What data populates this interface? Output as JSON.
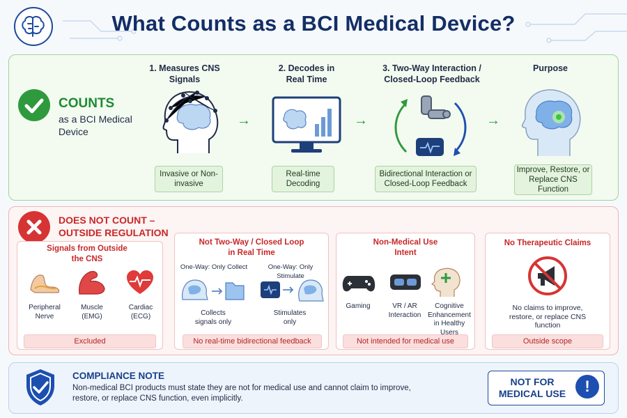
{
  "title": "What Counts as a BCI Medical Device?",
  "counts": {
    "heading": "COUNTS",
    "sub": "as a BCI Medical Device",
    "steps": [
      {
        "title": "1. Measures CNS Signals",
        "box": "Invasive or Non-invasive"
      },
      {
        "title": "2. Decodes in Real Time",
        "box": "Real-time Decoding"
      },
      {
        "title": "3. Two-Way Interaction / Closed-Loop Feedback",
        "box": "Bidirectional Interaction or Closed-Loop Feedback"
      },
      {
        "title": "Purpose",
        "box": "Improve, Restore, or Replace CNS Function"
      }
    ],
    "arrow": "→"
  },
  "notcount": {
    "heading": "DOES NOT COUNT – OUTSIDE REGULATION",
    "cards": [
      {
        "title": "Signals from Outside the CNS",
        "items": [
          "Peripheral Nerve",
          "Muscle (EMG)",
          "Cardiac (ECG)"
        ],
        "footer": "Excluded"
      },
      {
        "title": "Not Two-Way / Closed Loop in Real Time",
        "left_label": "One-Way: Only Collect",
        "right_label": "One-Way: Only Stimulate",
        "left_caption": "Collects signals only",
        "right_caption": "Stimulates only",
        "footer": "No real-time bidirectional feedback"
      },
      {
        "title": "Non-Medical Use Intent",
        "items": [
          "Gaming",
          "VR / AR Interaction",
          "Cognitive Enhancement in Healthy Users"
        ],
        "footer": "Not intended for medical use"
      },
      {
        "title": "No Therapeutic Claims",
        "text": "No claims to improve, restore, or replace CNS function",
        "footer": "Outside scope"
      }
    ]
  },
  "compliance": {
    "title": "COMPLIANCE NOTE",
    "text": "Non-medical BCI products must state they are not for medical use and cannot claim to improve, restore, or replace CNS function, even implicitly.",
    "badge": "NOT FOR MEDICAL USE",
    "badge_icon": "!"
  },
  "colors": {
    "green": "#2f9a3d",
    "red": "#d63434",
    "navy": "#132e66",
    "blue": "#1d4fb0"
  }
}
